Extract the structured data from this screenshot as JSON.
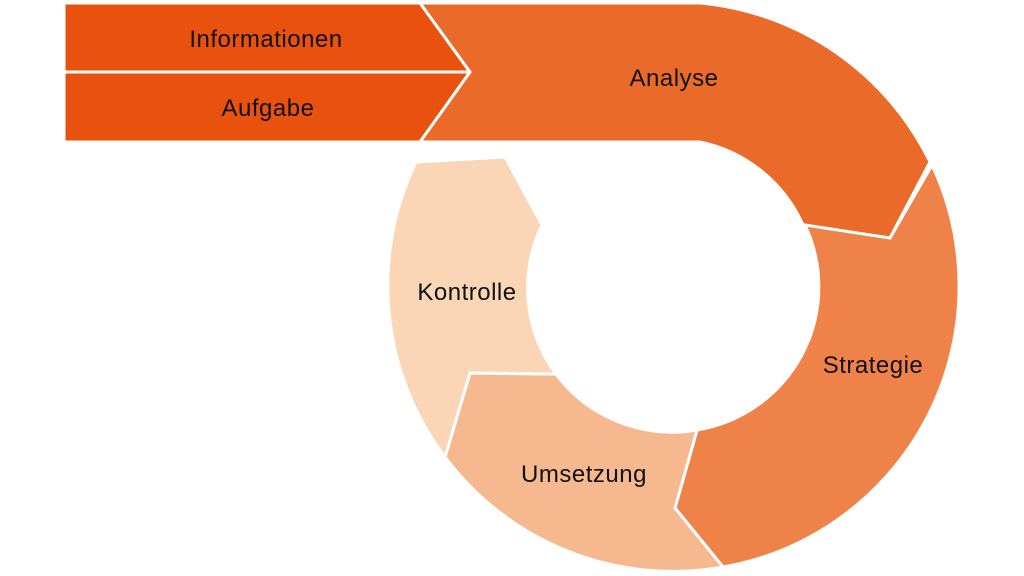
{
  "diagram": {
    "inputs": [
      {
        "label": "Informationen",
        "color": "#E8520E"
      },
      {
        "label": "Aufgabe",
        "color": "#E8520E"
      }
    ],
    "cycle": [
      {
        "label": "Analyse",
        "color": "#EA6A2A"
      },
      {
        "label": "Strategie",
        "color": "#EE8248"
      },
      {
        "label": "Umsetzung",
        "color": "#F6B98F"
      },
      {
        "label": "Kontrolle",
        "color": "#FBD6B6"
      }
    ]
  }
}
